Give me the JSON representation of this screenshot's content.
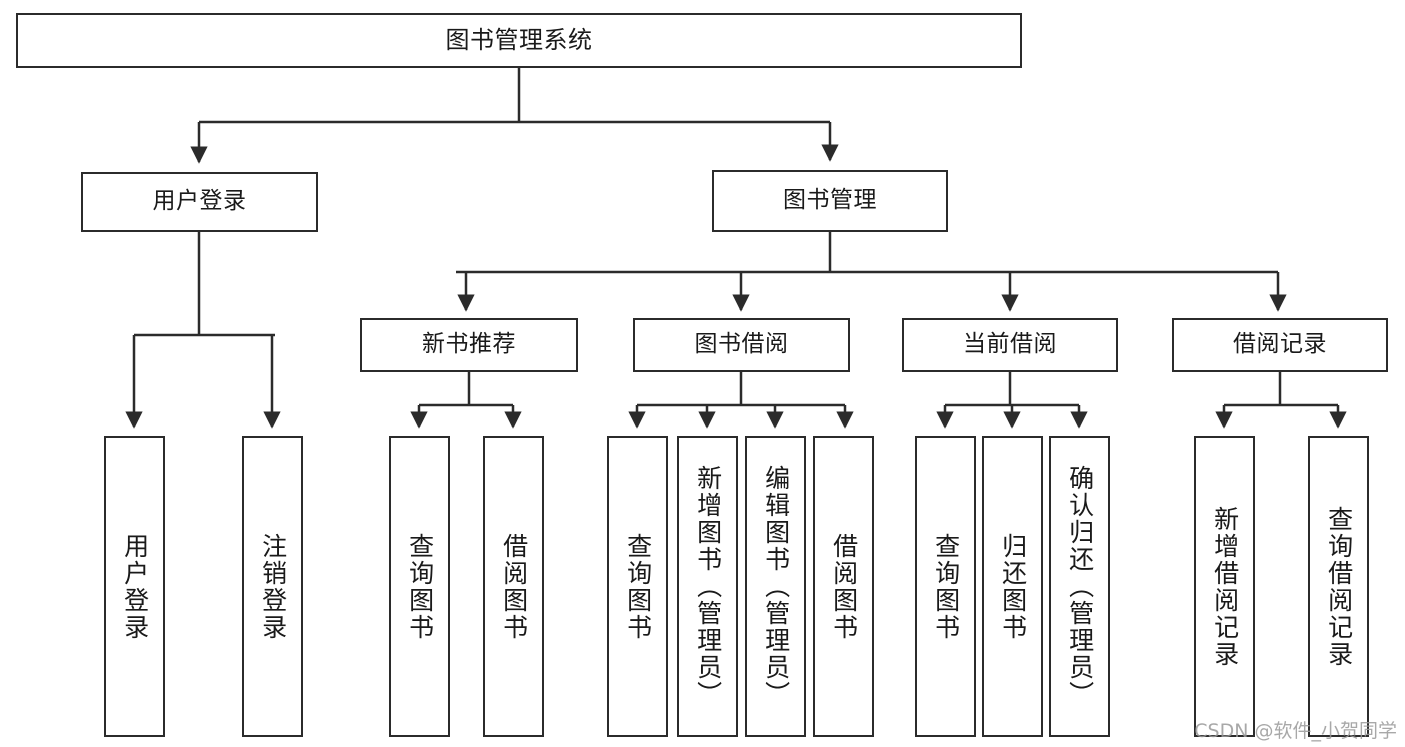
{
  "diagram": {
    "title": "图书管理系统",
    "watermark": "CSDN @软件_小贺同学",
    "style": {
      "background": "#ffffff",
      "stroke": "#2b2b2b",
      "text": "#1a1a1a",
      "watermark_color": "#9a9a9a"
    },
    "root": {
      "id": "root",
      "label": "图书管理系统"
    },
    "level1": [
      {
        "id": "user-login",
        "label": "用户登录"
      },
      {
        "id": "book-manage",
        "label": "图书管理"
      }
    ],
    "level2": [
      {
        "id": "new-book-recommend",
        "label": "新书推荐",
        "parent": "book-manage"
      },
      {
        "id": "book-borrow",
        "label": "图书借阅",
        "parent": "book-manage"
      },
      {
        "id": "current-borrow",
        "label": "当前借阅",
        "parent": "book-manage"
      },
      {
        "id": "borrow-record",
        "label": "借阅记录",
        "parent": "book-manage"
      }
    ],
    "leaves": [
      {
        "id": "leaf-user-login",
        "label": "用户登录",
        "parent": "user-login"
      },
      {
        "id": "leaf-logout-login",
        "label": "注销登录",
        "parent": "user-login"
      },
      {
        "id": "leaf-query-book-1",
        "label": "查询图书",
        "parent": "new-book-recommend"
      },
      {
        "id": "leaf-borrow-book-1",
        "label": "借阅图书",
        "parent": "new-book-recommend"
      },
      {
        "id": "leaf-query-book-2",
        "label": "查询图书",
        "parent": "book-borrow"
      },
      {
        "id": "leaf-add-book-admin",
        "label": "新增图书（管理员）",
        "parent": "book-borrow"
      },
      {
        "id": "leaf-edit-book-admin",
        "label": "编辑图书（管理员）",
        "parent": "book-borrow"
      },
      {
        "id": "leaf-borrow-book-2",
        "label": "借阅图书",
        "parent": "book-borrow"
      },
      {
        "id": "leaf-query-book-3",
        "label": "查询图书",
        "parent": "current-borrow"
      },
      {
        "id": "leaf-return-book",
        "label": "归还图书",
        "parent": "current-borrow"
      },
      {
        "id": "leaf-confirm-return-admin",
        "label": "确认归还（管理员）",
        "parent": "current-borrow"
      },
      {
        "id": "leaf-add-borrow-record",
        "label": "新增借阅记录",
        "parent": "borrow-record"
      },
      {
        "id": "leaf-query-borrow-record",
        "label": "查询借阅记录",
        "parent": "borrow-record"
      }
    ]
  }
}
